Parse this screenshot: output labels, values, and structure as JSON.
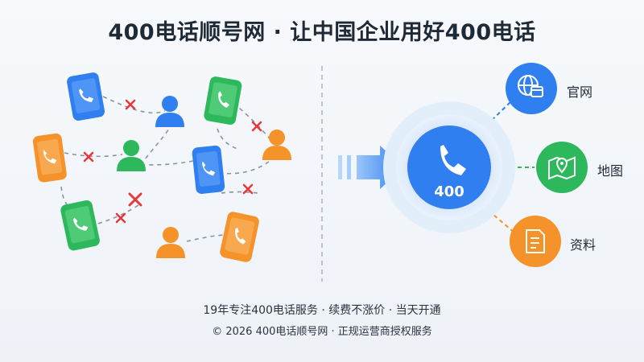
{
  "header": {
    "title": "400电话顺号网 · 让中国企业用好400电话"
  },
  "hub": {
    "label": "400"
  },
  "services": [
    {
      "label": "官网",
      "icon": "globe-browser-icon",
      "color": "#2f7ff0"
    },
    {
      "label": "地图",
      "icon": "map-pin-icon",
      "color": "#2eb85c"
    },
    {
      "label": "资料",
      "icon": "document-icon",
      "color": "#f5922a"
    }
  ],
  "footer": {
    "line1": "19年专注400电话服务 · 续费不涨价 · 当天开通",
    "line2": "© 2026 400电话顺号网 · 正规运营商授权服务"
  },
  "colors": {
    "blue": "#2f7ff0",
    "green": "#2eb85c",
    "orange": "#f5922a",
    "red": "#e5383b"
  }
}
